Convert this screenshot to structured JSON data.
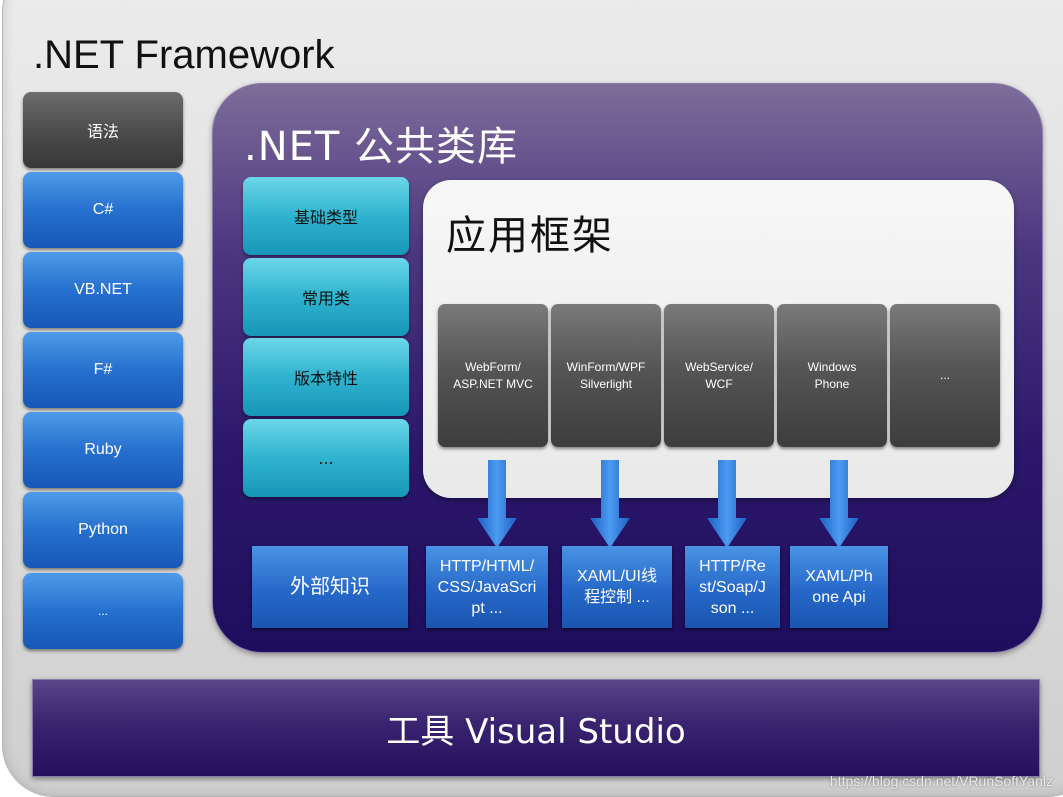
{
  "framework_title": ".NET Framework",
  "languages": {
    "header": "语法",
    "items": [
      "C#",
      "VB.NET",
      "F#",
      "Ruby",
      "Python",
      "..."
    ]
  },
  "library": {
    "title": ".NET 公共类库",
    "basics": [
      "基础类型",
      "常用类",
      "版本特性",
      "..."
    ],
    "app_frameworks": {
      "title": "应用框架",
      "items": [
        "WebForm/\nASP.NET MVC",
        "WinForm/WPF\nSilverlight",
        "WebService/\nWCF",
        "Windows\nPhone",
        "..."
      ]
    },
    "knowledge": [
      "外部知识",
      "HTTP/HTML/\nCSS/JavaScri\npt ...",
      "XAML/UI线\n程控制 ...",
      "HTTP/Re\nst/Soap/J\nson ...",
      "XAML/Ph\none Api"
    ]
  },
  "tools": "工具 Visual Studio",
  "watermark": "https://blog.csdn.net/VRunSoftYanlz",
  "colors": {
    "language_blue": "#2670cf",
    "syntax_gray": "#4a4a4a",
    "library_purple": "#2b176a",
    "basic_cyan": "#2fb3cf",
    "framework_gray": "#555555"
  }
}
